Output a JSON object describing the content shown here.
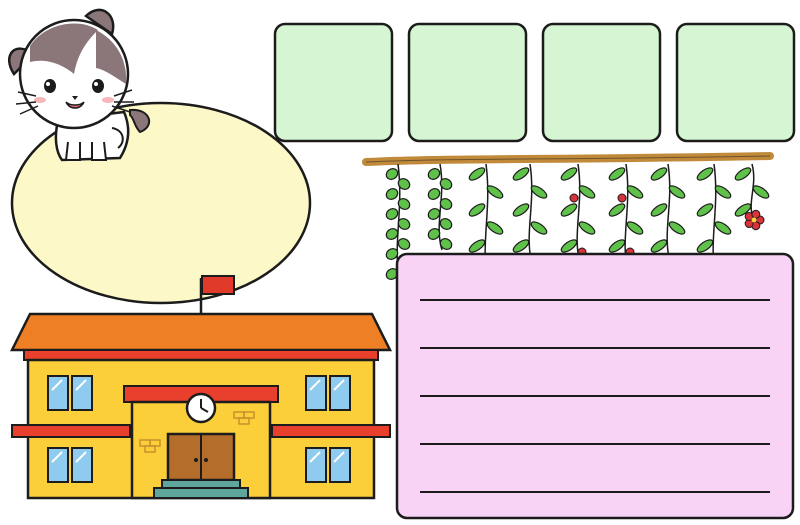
{
  "colors": {
    "title_box_fill": "#d5f5d3",
    "oval_fill": "#fdf8c8",
    "note_fill": "#f8d3f6",
    "roof": "#ef7f25",
    "wall": "#fbcf3a",
    "trim": "#e8402c",
    "flag": "#e03a2a",
    "door": "#b46d2b",
    "step": "#5fa79d",
    "window_glass": "#8ecbef",
    "branch": "#c08a3a",
    "leaf": "#5fc04a",
    "berry": "#d8333a",
    "cat_fur": "#8b7779",
    "outline": "#1c1c1c"
  },
  "title_boxes": [
    {
      "id": "box-1"
    },
    {
      "id": "box-2"
    },
    {
      "id": "box-3"
    },
    {
      "id": "box-4"
    }
  ],
  "note_lines": 5,
  "icons": [
    "cat-icon",
    "school-building-icon",
    "flag-icon",
    "clock-icon",
    "hanging-vines-icon"
  ]
}
